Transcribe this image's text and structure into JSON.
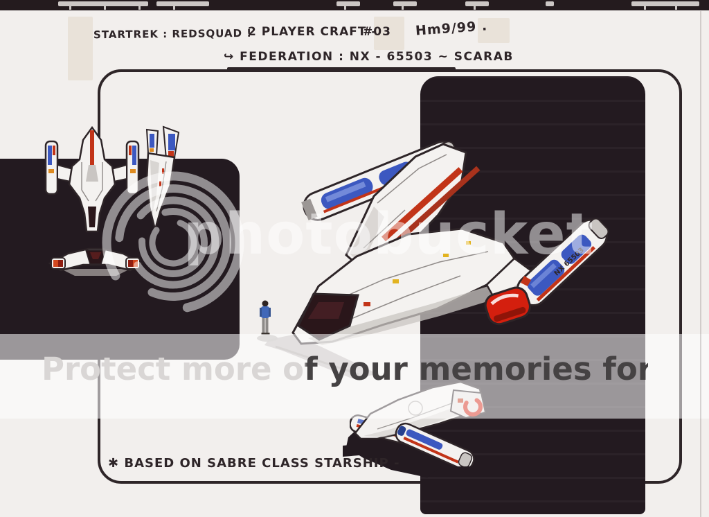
{
  "header": {
    "title_series": "STARTREK : REDSQUAD !",
    "title_craft": "2 PLAYER CRAFT -",
    "title_number": "#03",
    "title_signature": "Hm9/99 .",
    "subtitle_bullet": "↪",
    "subtitle": "FEDERATION : NX - 65503 ~ SCARAB"
  },
  "footer": {
    "asterisk": "✱ ",
    "note": "BASED ON SABRE CLASS STARSHIP -"
  },
  "craft": {
    "registry": "NX-65503",
    "name": "SCARAB",
    "nacelle_marking": "NX 65503"
  },
  "watermark": {
    "brand": "photobucket",
    "tagline": "Protect more of your memories for less"
  },
  "colors": {
    "paper": "#f2efed",
    "ink": "#2e2528",
    "marker-dark": "#231a20",
    "hull-white": "#f4f2f0",
    "hull-shade": "#c9c5c2",
    "hull-shade-dark": "#9c9795",
    "accent-blue": "#3c58c0",
    "accent-blue-light": "#8aa0e4",
    "accent-red": "#c23418",
    "accent-bright-red": "#d41f0e",
    "accent-orange": "#de8b20",
    "accent-yellow": "#e2b31f",
    "canopy-dark": "#2a161a",
    "shadow-gray": "#b7b2b0",
    "edge-strip": "#241b1e",
    "edge-strip-light": "#ccc7c5",
    "wm-overlay": "rgba(255,255,255,0.55)",
    "wm-brand": "rgba(255,255,255,0.5)",
    "wm-text-light": "#d9d6d5",
    "wm-text-dark": "#454243"
  }
}
